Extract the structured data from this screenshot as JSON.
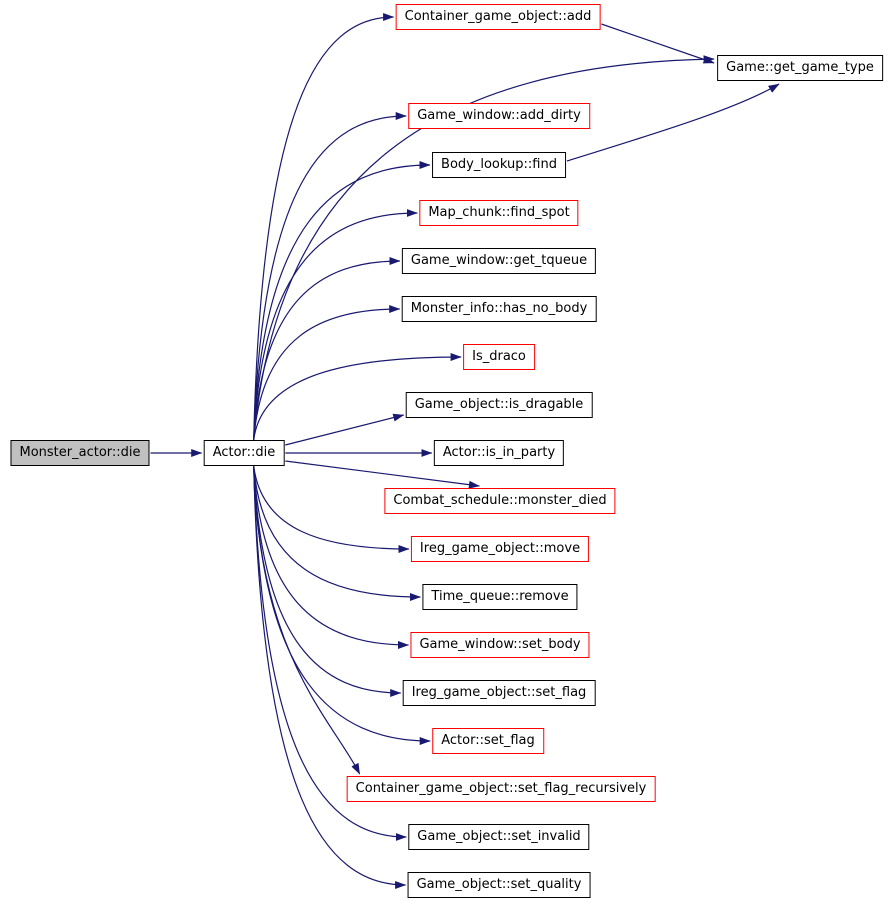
{
  "diagram": {
    "type": "call-graph",
    "colors": {
      "background": "#ffffff",
      "edge": "#191970",
      "node_border_default": "#000000",
      "node_border_truncated": "#ff0000",
      "node_fill": "#ffffff",
      "highlight_fill": "#c0c0c0",
      "text": "#000000"
    },
    "nodes": [
      {
        "id": "mdie",
        "label": "Monster_actor::die",
        "border": "black",
        "fill": "highlight"
      },
      {
        "id": "adie",
        "label": "Actor::die",
        "border": "black",
        "fill": "white"
      },
      {
        "id": "add",
        "label": "Container_game_object::add",
        "border": "red",
        "fill": "white"
      },
      {
        "id": "ggt",
        "label": "Game::get_game_type",
        "border": "black",
        "fill": "white"
      },
      {
        "id": "add_dirty",
        "label": "Game_window::add_dirty",
        "border": "red",
        "fill": "white"
      },
      {
        "id": "find",
        "label": "Body_lookup::find",
        "border": "black",
        "fill": "white"
      },
      {
        "id": "find_spot",
        "label": "Map_chunk::find_spot",
        "border": "red",
        "fill": "white"
      },
      {
        "id": "get_tqueue",
        "label": "Game_window::get_tqueue",
        "border": "black",
        "fill": "white"
      },
      {
        "id": "has_no_body",
        "label": "Monster_info::has_no_body",
        "border": "black",
        "fill": "white"
      },
      {
        "id": "is_draco",
        "label": "Is_draco",
        "border": "red",
        "fill": "white"
      },
      {
        "id": "is_dragable",
        "label": "Game_object::is_dragable",
        "border": "black",
        "fill": "white"
      },
      {
        "id": "is_in_party",
        "label": "Actor::is_in_party",
        "border": "black",
        "fill": "white"
      },
      {
        "id": "monster_died",
        "label": "Combat_schedule::monster_died",
        "border": "red",
        "fill": "white"
      },
      {
        "id": "move",
        "label": "Ireg_game_object::move",
        "border": "red",
        "fill": "white"
      },
      {
        "id": "remove",
        "label": "Time_queue::remove",
        "border": "black",
        "fill": "white"
      },
      {
        "id": "set_body",
        "label": "Game_window::set_body",
        "border": "red",
        "fill": "white"
      },
      {
        "id": "set_flag_ireg",
        "label": "Ireg_game_object::set_flag",
        "border": "black",
        "fill": "white"
      },
      {
        "id": "set_flag_actor",
        "label": "Actor::set_flag",
        "border": "red",
        "fill": "white"
      },
      {
        "id": "set_flag_rec",
        "label": "Container_game_object::set_flag_recursively",
        "border": "red",
        "fill": "white"
      },
      {
        "id": "set_invalid",
        "label": "Game_object::set_invalid",
        "border": "black",
        "fill": "white"
      },
      {
        "id": "set_quality",
        "label": "Game_object::set_quality",
        "border": "black",
        "fill": "white"
      }
    ],
    "edges": [
      {
        "from": "mdie",
        "to": "adie"
      },
      {
        "from": "adie",
        "to": "add"
      },
      {
        "from": "adie",
        "to": "ggt"
      },
      {
        "from": "adie",
        "to": "add_dirty"
      },
      {
        "from": "adie",
        "to": "find"
      },
      {
        "from": "adie",
        "to": "find_spot"
      },
      {
        "from": "adie",
        "to": "get_tqueue"
      },
      {
        "from": "adie",
        "to": "has_no_body"
      },
      {
        "from": "adie",
        "to": "is_draco"
      },
      {
        "from": "adie",
        "to": "is_dragable"
      },
      {
        "from": "adie",
        "to": "is_in_party"
      },
      {
        "from": "adie",
        "to": "monster_died"
      },
      {
        "from": "adie",
        "to": "move"
      },
      {
        "from": "adie",
        "to": "remove"
      },
      {
        "from": "adie",
        "to": "set_body"
      },
      {
        "from": "adie",
        "to": "set_flag_ireg"
      },
      {
        "from": "adie",
        "to": "set_flag_actor"
      },
      {
        "from": "adie",
        "to": "set_flag_rec"
      },
      {
        "from": "adie",
        "to": "set_invalid"
      },
      {
        "from": "adie",
        "to": "set_quality"
      },
      {
        "from": "add",
        "to": "ggt"
      },
      {
        "from": "find",
        "to": "ggt"
      }
    ]
  }
}
